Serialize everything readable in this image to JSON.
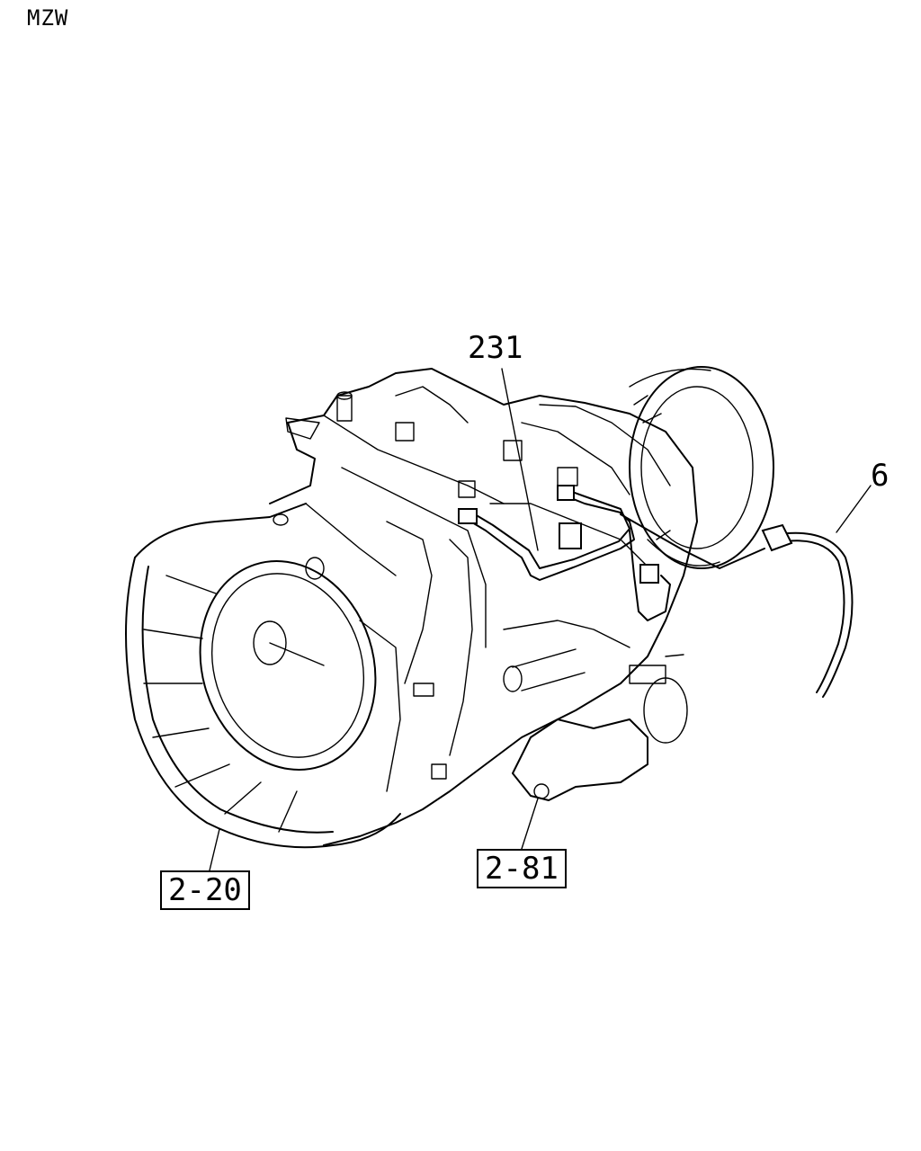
{
  "header": {
    "code": "MZW"
  },
  "callouts": {
    "part_231": "231",
    "part_6": "6",
    "ref_2_20": "2-20",
    "ref_2_81": "2-81"
  },
  "colors": {
    "line": "#000000",
    "background": "#ffffff"
  }
}
